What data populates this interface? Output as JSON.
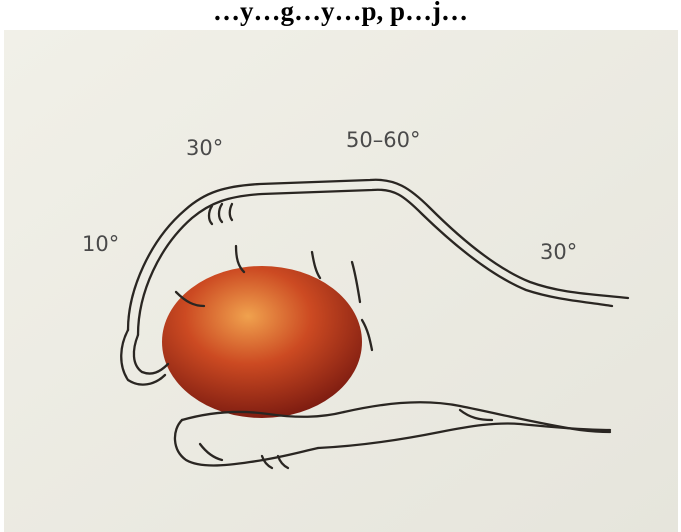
{
  "banner": {
    "text": "…y…g…y…p, p…j…"
  },
  "labels": {
    "dip": "10°",
    "pip": "30°",
    "mcp": "50–60°",
    "wrist": "30°"
  },
  "colors": {
    "page": "#efeee6",
    "ball_center": "#f0a24e",
    "ball_mid": "#cc4a22",
    "ball_edge": "#7a1a10",
    "ink": "#2a2622"
  }
}
